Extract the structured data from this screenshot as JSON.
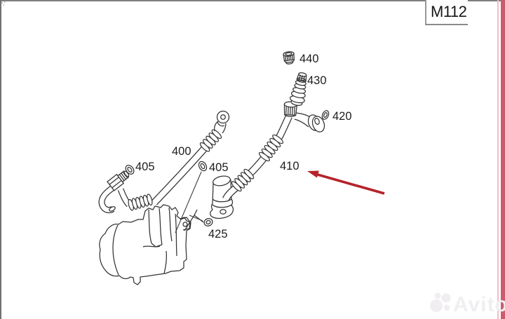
{
  "header": {
    "code": "M112"
  },
  "watermark": {
    "brand": "Avito"
  },
  "labels": {
    "p440": "440",
    "p430": "430",
    "p420": "420",
    "p400": "400",
    "p405_left": "405",
    "p405_right": "405",
    "p410": "410",
    "p425": "425"
  },
  "colors": {
    "line": "#333333",
    "arrow": "#b5232b",
    "edge_stripe": "#cd5b6e",
    "edge_stripe_light": "#f3bcc6",
    "top_border": "#7e7e7e",
    "watermark": "#f0eef1"
  }
}
